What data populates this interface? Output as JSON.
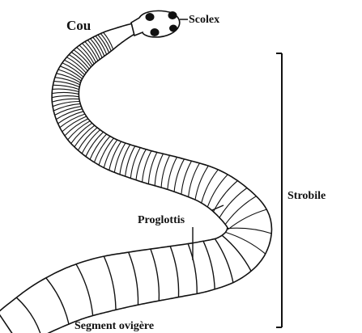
{
  "labels": {
    "cou": "Cou",
    "scolex": "Scolex",
    "strobile": "Strobile",
    "proglottis": "Proglottis",
    "segment": "Segment ovigère"
  },
  "colors": {
    "ink": "#111111",
    "background": "#ffffff",
    "body_fill": "#ffffff"
  }
}
